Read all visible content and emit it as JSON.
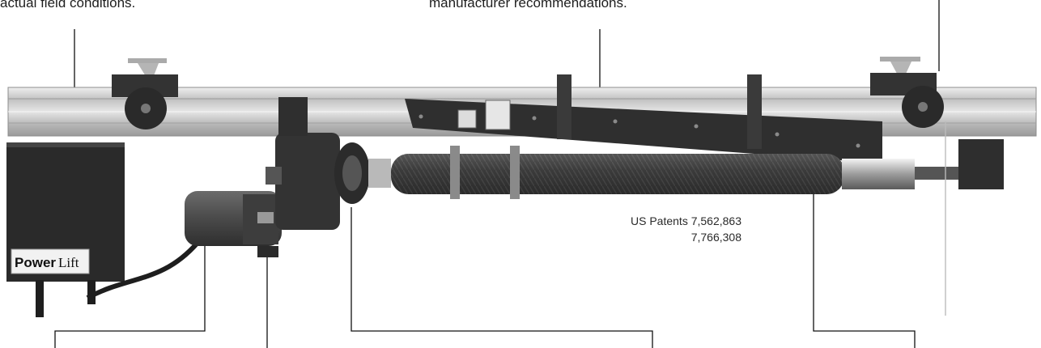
{
  "captions": {
    "left_fragment": "actual field conditions.",
    "middle_fragment": "manufacturer recommendations."
  },
  "patents": {
    "line1": "US Patents 7,562,863",
    "line2": "7,766,308"
  },
  "logo": {
    "brand_bold": "Power",
    "brand_light": "Lift"
  },
  "colors": {
    "rail": "#c9c9c9",
    "dark_metal": "#3a3a3a",
    "motor": "#4a4a4a",
    "leader_line": "#111111"
  }
}
